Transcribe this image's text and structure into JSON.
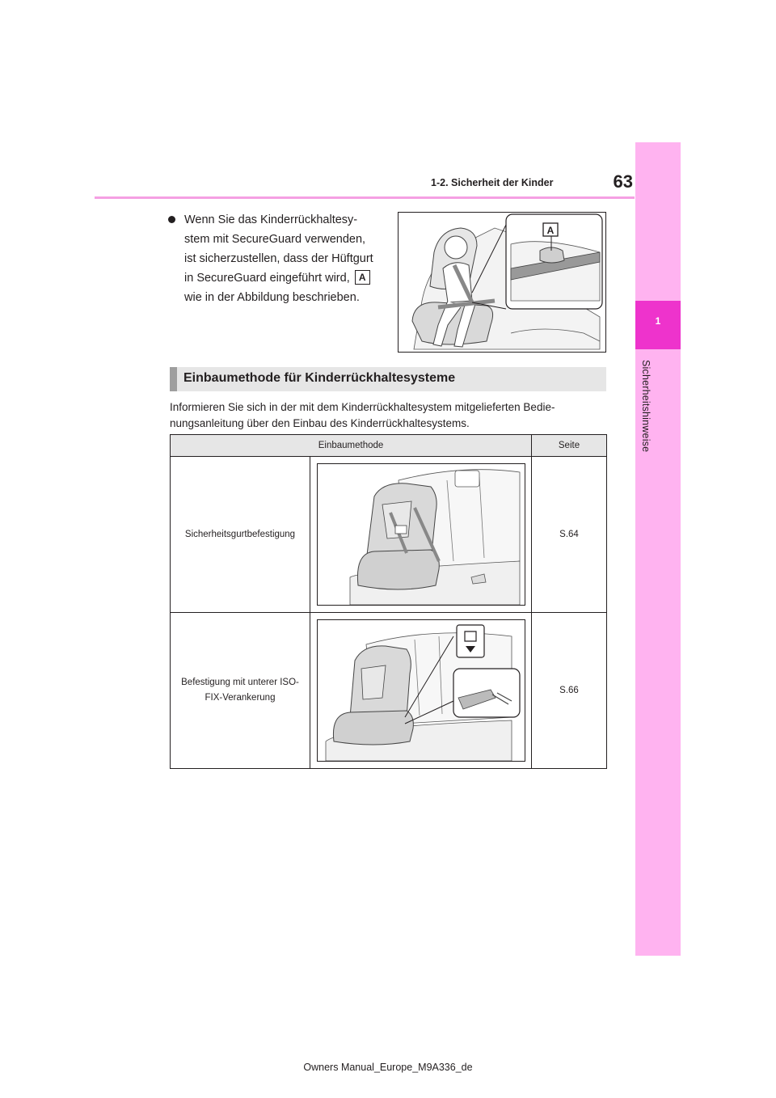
{
  "header": {
    "page_number": "63",
    "section_title": "1-2. Sicherheit der Kinder"
  },
  "side_tab": {
    "number": "1",
    "label": "Sicherheitshinweise"
  },
  "bullet": {
    "lines": [
      "Wenn Sie das Kinderrückhaltesy-",
      "stem mit SecureGuard verwenden,",
      "ist sicherzustellen, dass der Hüftgurt",
      "in SecureGuard eingeführt wird,",
      "wie in der Abbildung beschrieben."
    ],
    "callout": "A"
  },
  "figure_top": {
    "callout": "A"
  },
  "section": {
    "heading": "Einbaumethode für Kinderrückhaltesysteme",
    "intro_lines": [
      "Informieren Sie sich in der mit dem Kinderrückhaltesystem mitgelieferten Bedie-",
      "nungsanleitung über den Einbau des Kinderrückhaltesystems."
    ]
  },
  "table": {
    "headers": [
      "Einbaumethode",
      "Seite"
    ],
    "rows": [
      {
        "method_lines": [
          "Sicherheitsgurtbefestigung"
        ],
        "page": "S.64"
      },
      {
        "method_lines": [
          "Befestigung mit unterer ISO-",
          "FIX-Verankerung"
        ],
        "page": "S.66"
      }
    ]
  },
  "footer": {
    "text": "Owners Manual_Europe_M9A336_de"
  }
}
